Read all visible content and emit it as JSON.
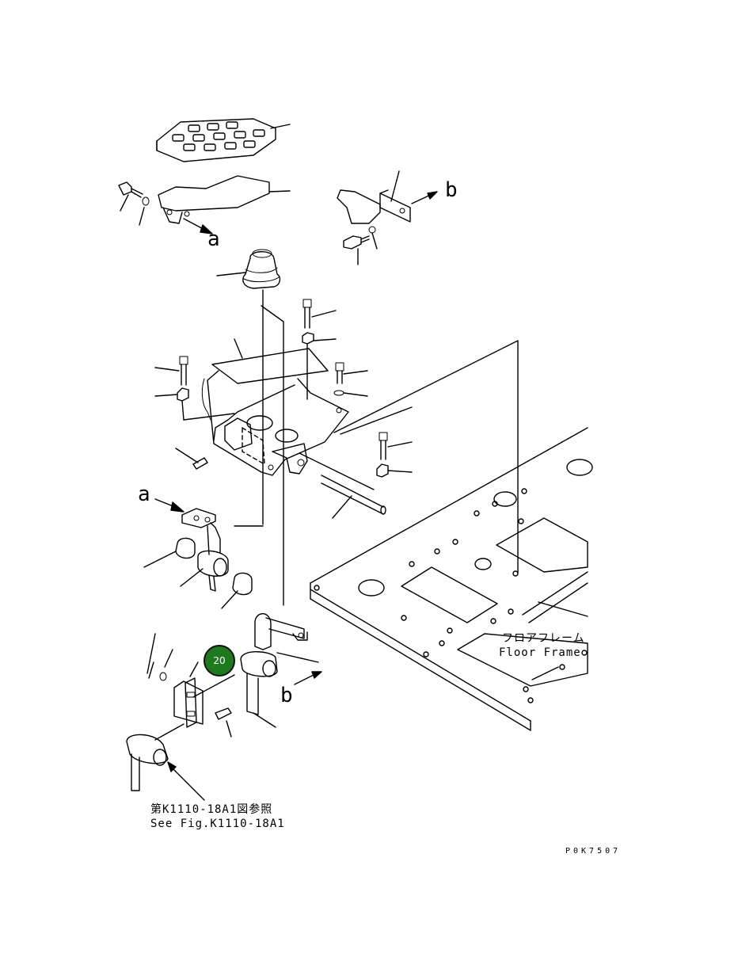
{
  "labels": {
    "arrow_a_top": "a",
    "arrow_a_left": "a",
    "arrow_b_top": "b",
    "arrow_b_bottom": "b",
    "floor_frame_jp": "フロアフレーム",
    "floor_frame_en": "Floor Frame",
    "see_fig_jp": "第K1110-18A1図参照",
    "see_fig_en": "See Fig.K1110-18A1",
    "drawing_code": "P0K7507"
  },
  "callouts": [
    {
      "number": "20",
      "color": "#1f7a1f"
    }
  ]
}
